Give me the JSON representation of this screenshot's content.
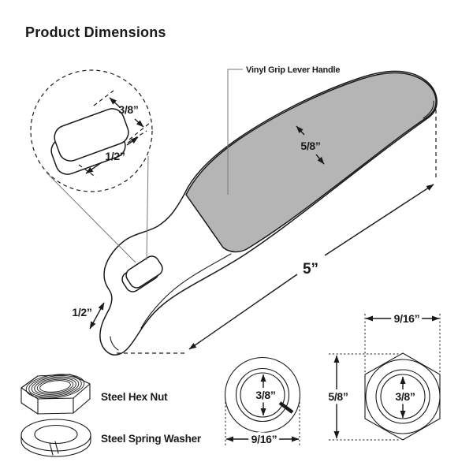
{
  "title": "Product Dimensions",
  "callout": {
    "hole_width": "3/8”",
    "hole_length": "1/2”"
  },
  "handle": {
    "label": "Vinyl Grip Lever Handle",
    "grip_width": "5/8”",
    "overall_length": "5”",
    "lever_thickness": "1/2”"
  },
  "hardware": {
    "hex_nut_label": "Steel Hex Nut",
    "spring_washer_label": "Steel Spring Washer"
  },
  "washer_view": {
    "inner_diameter": "3/8”",
    "outer_diameter": "9/16”"
  },
  "nut_view": {
    "across_flats": "9/16”",
    "across_corners": "5/8”",
    "hole_diameter": "3/8”"
  },
  "colors": {
    "line": "#1a1a1a",
    "grip": "#b5b5b5",
    "leader": "#777777",
    "background": "#ffffff"
  }
}
